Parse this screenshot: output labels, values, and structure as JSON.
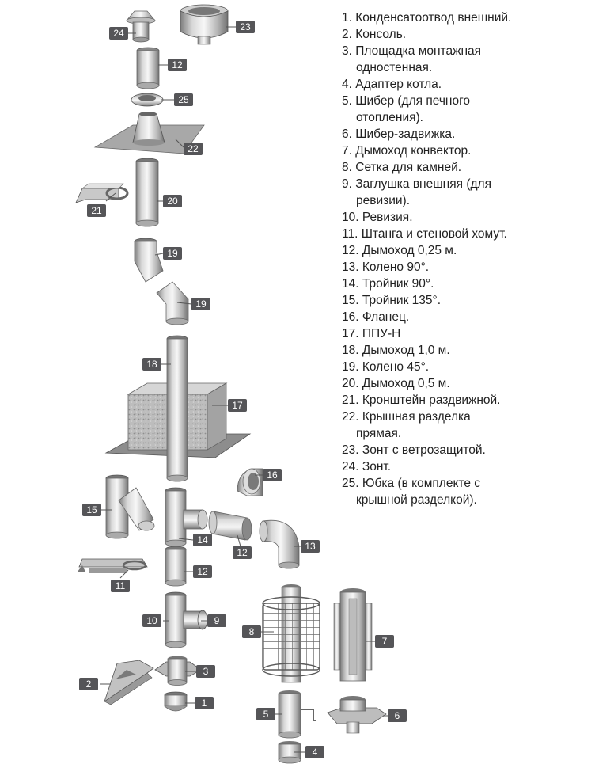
{
  "legend": [
    {
      "num": "1.",
      "text": "Конденсатоотвод внешний."
    },
    {
      "num": "2.",
      "text": "Консоль."
    },
    {
      "num": "3.",
      "text": "Площадка монтажная",
      "text2": "одностенная."
    },
    {
      "num": "4.",
      "text": "Адаптер котла."
    },
    {
      "num": "5.",
      "text": "Шибер (для печного",
      "text2": "отопления)."
    },
    {
      "num": "6.",
      "text": "Шибер-задвижка."
    },
    {
      "num": "7.",
      "text": "Дымоход конвектор."
    },
    {
      "num": "8.",
      "text": "Сетка для камней."
    },
    {
      "num": "9.",
      "text": "Заглушка внешняя (для",
      "text2": "ревизии)."
    },
    {
      "num": "10.",
      "text": "Ревизия."
    },
    {
      "num": "11.",
      "text": "Штанга и стеновой хомут."
    },
    {
      "num": "12.",
      "text": "Дымоход 0,25 м."
    },
    {
      "num": "13.",
      "text": "Колено 90°."
    },
    {
      "num": "14.",
      "text": "Тройник 90°."
    },
    {
      "num": "15.",
      "text": "Тройник 135°."
    },
    {
      "num": "16.",
      "text": " Фланец."
    },
    {
      "num": "17.",
      "text": "ППУ-Н"
    },
    {
      "num": "18.",
      "text": "Дымоход 1,0 м."
    },
    {
      "num": "19.",
      "text": "Колено 45°."
    },
    {
      "num": "20.",
      "text": "Дымоход 0,5 м."
    },
    {
      "num": "21.",
      "text": "Кронштейн раздвижной."
    },
    {
      "num": "22.",
      "text": "Крышная разделка",
      "text2": "прямая."
    },
    {
      "num": "23.",
      "text": "Зонт с ветрозащитой."
    },
    {
      "num": "24.",
      "text": "Зонт."
    },
    {
      "num": "25.",
      "text": "Юбка (в комплекте с",
      "text2": "крышной разделкой)."
    }
  ],
  "callouts": {
    "c24": "24",
    "c23": "23",
    "c12a": "12",
    "c25": "25",
    "c22": "22",
    "c21": "21",
    "c20": "20",
    "c19a": "19",
    "c19b": "19",
    "c18": "18",
    "c17": "17",
    "c16": "16",
    "c15": "15",
    "c14": "14",
    "c12b": "12",
    "c13": "13",
    "c11": "11",
    "c12c": "12",
    "c10": "10",
    "c9": "9",
    "c8": "8",
    "c7": "7",
    "c3": "3",
    "c2": "2",
    "c1": "1",
    "c5": "5",
    "c6": "6",
    "c4": "4"
  },
  "colors": {
    "badge": "#555558",
    "metal_light": "#eeeeee",
    "metal_dark": "#8a8a8a"
  }
}
